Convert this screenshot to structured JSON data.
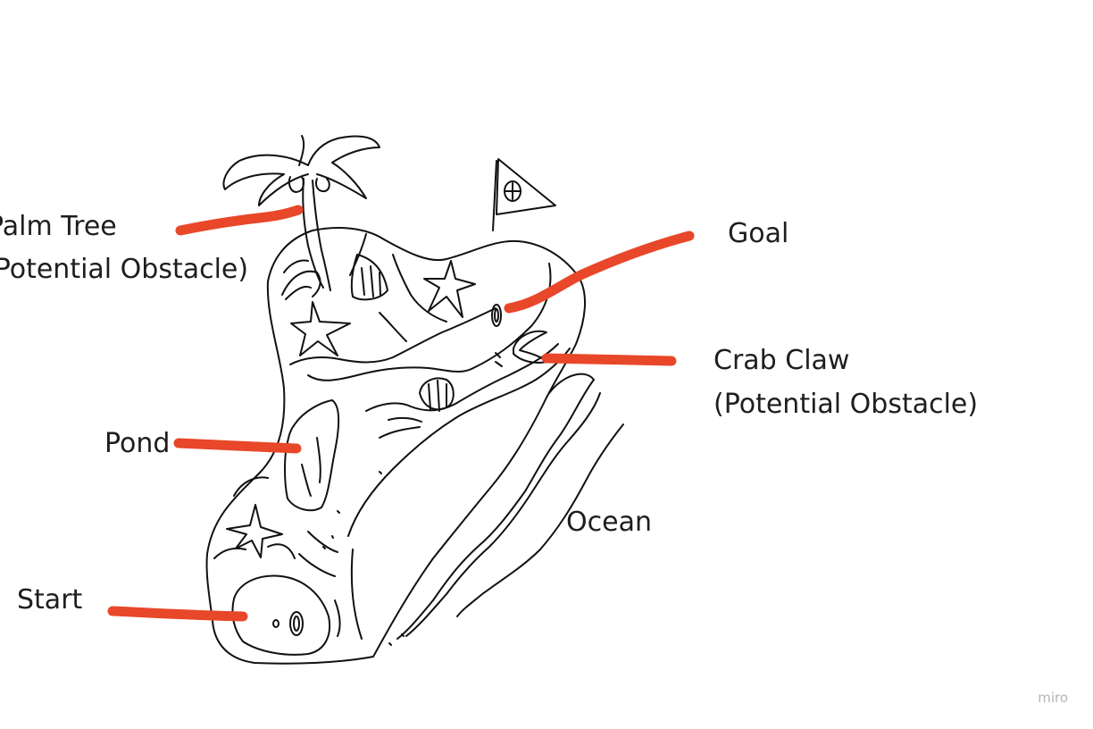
{
  "labels": {
    "palm_tree_line1": "Palm Tree",
    "palm_tree_line2": "(Potential Obstacle)",
    "goal": "Goal",
    "crab_claw_line1": "Crab Claw",
    "crab_claw_line2": "(Potential Obstacle)",
    "pond": "Pond",
    "ocean": "Ocean",
    "start": "Start"
  },
  "watermark": "miro",
  "colors": {
    "ink": "#111111",
    "leader_line": "#e8472a",
    "label_text": "#1e1e1e",
    "watermark": "#b5b5b5"
  }
}
